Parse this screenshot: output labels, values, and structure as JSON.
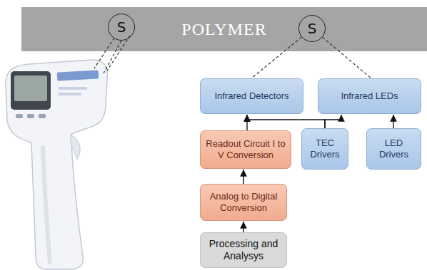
{
  "diagram": {
    "nodes": [
      {
        "text": [
          "POLYMER"
        ]
      },
      {
        "text": [
          "S"
        ],
        "in": 0
      },
      {
        "text": [
          "S"
        ],
        "in": 0
      },
      {
        "text": [
          "Infrared Detectors"
        ]
      },
      {
        "text": [
          "Infrared LEDs"
        ]
      },
      {
        "text": [
          "Readout Circuit I to V Conversion"
        ]
      },
      {
        "text": [
          "TEC Drivers"
        ]
      },
      {
        "text": [
          "LED Drivers"
        ]
      },
      {
        "text": [
          "Analog to Digital Conversion"
        ]
      },
      {
        "text": [
          "Processing and Analysys"
        ]
      }
    ],
    "edges": [
      {
        "from": 5,
        "to": 3,
        "arrow": "to"
      },
      {
        "from": 8,
        "to": 5,
        "arrow": "to"
      },
      {
        "from": 9,
        "to": 8,
        "arrow": "to"
      },
      {
        "from": 6,
        "to": 3,
        "arrow": "to"
      },
      {
        "from": 6,
        "to": 4,
        "arrow": "to"
      },
      {
        "from": 7,
        "to": 4,
        "arrow": "to"
      },
      {
        "from": 2,
        "to": 3,
        "arrow": "none"
      },
      {
        "from": 2,
        "to": 4,
        "arrow": "none"
      }
    ]
  }
}
